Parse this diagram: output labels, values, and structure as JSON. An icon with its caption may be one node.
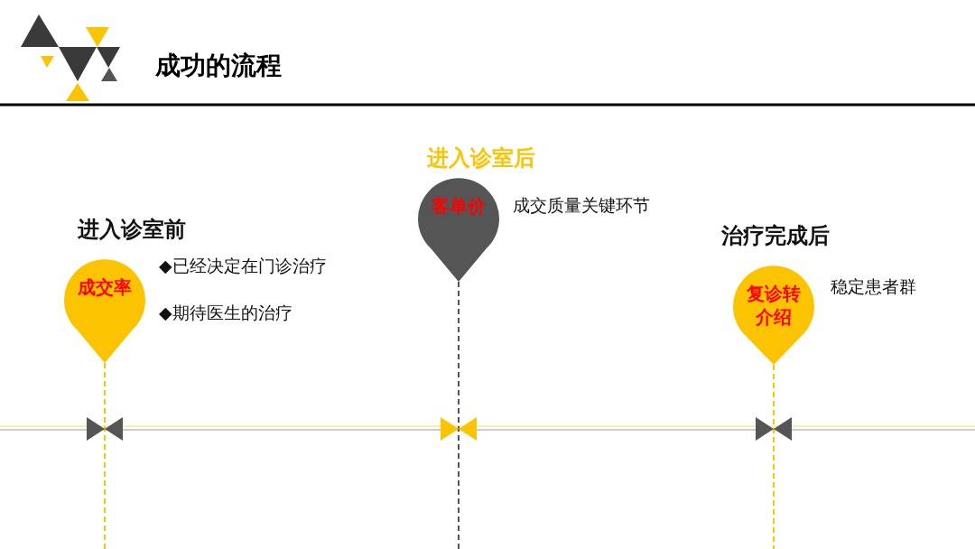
{
  "diagram": {
    "title": "成功的流程",
    "nodes": [
      {
        "text": [
          "进入诊室前",
          "成交率"
        ],
        "beside": [
          "◆已经决定在门诊治疗",
          "◆期待医生的治疗"
        ]
      },
      {
        "text": [
          "进入诊室后",
          "客单价"
        ],
        "beside": [
          "成交质量关键环节"
        ]
      },
      {
        "text": [
          "治疗完成后",
          "复诊转介绍"
        ],
        "beside": [
          "稳定患者群"
        ]
      }
    ]
  }
}
